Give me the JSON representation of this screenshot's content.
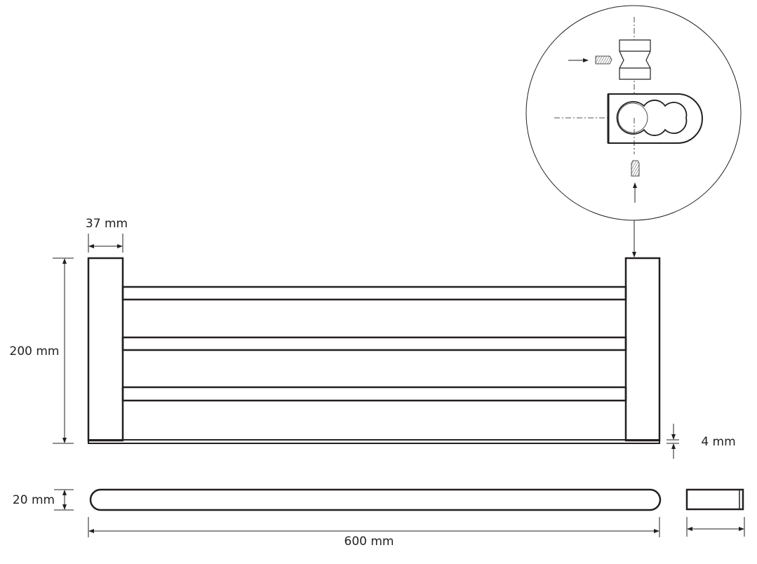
{
  "dimensions": {
    "post_width": "37 mm",
    "height": "200 mm",
    "plate_thickness": "4 mm",
    "depth": "20 mm",
    "length": "600 mm"
  },
  "colors": {
    "line": "#231f20"
  }
}
